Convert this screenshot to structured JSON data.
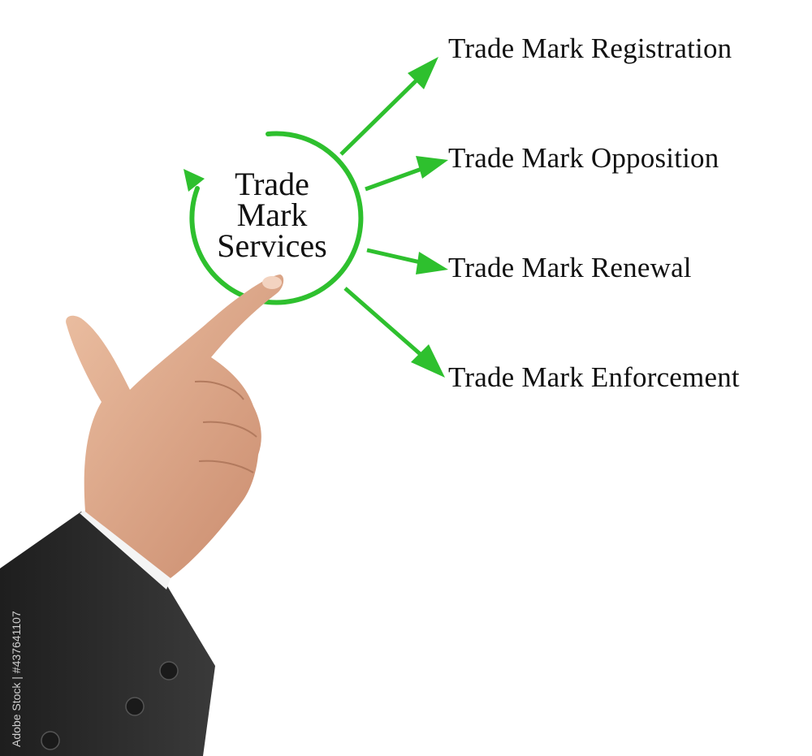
{
  "diagram": {
    "center": {
      "lines": [
        "Trade",
        "Mark",
        "Services"
      ]
    },
    "branches": [
      {
        "label": "Trade Mark Registration"
      },
      {
        "label": "Trade Mark Opposition"
      },
      {
        "label": "Trade Mark Renewal"
      },
      {
        "label": "Trade Mark Enforcement"
      }
    ]
  },
  "watermark": "Adobe Stock | #437641107",
  "colors": {
    "accent": "#2ec02e",
    "text": "#111111",
    "suit": "#2a2a2a",
    "skin": "#e0a98a",
    "shirt": "#f4f4f4"
  }
}
